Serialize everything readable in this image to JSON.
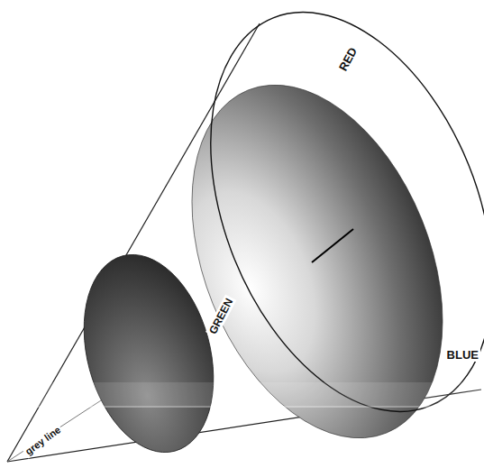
{
  "diagram": {
    "labels": [
      "RED",
      "GREEN",
      "BLUE",
      "grey line"
    ]
  }
}
